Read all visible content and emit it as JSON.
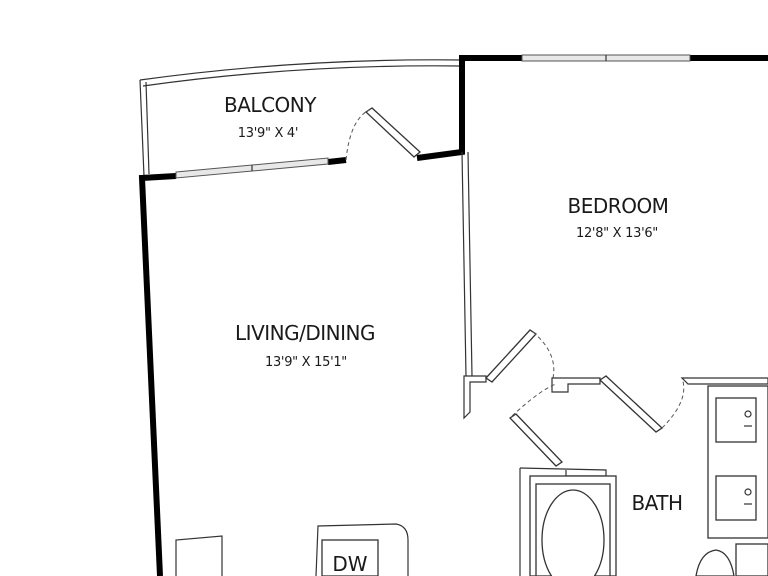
{
  "rooms": {
    "balcony": {
      "name": "BALCONY",
      "dims": "13'9\" X 4'"
    },
    "bedroom": {
      "name": "BEDROOM",
      "dims": "12'8\" X 13'6\""
    },
    "living": {
      "name": "LIVING/DINING",
      "dims": "13'9\" X 15'1\""
    },
    "bath": {
      "name": "BATH"
    }
  },
  "appliances": {
    "dishwasher": "DW"
  }
}
